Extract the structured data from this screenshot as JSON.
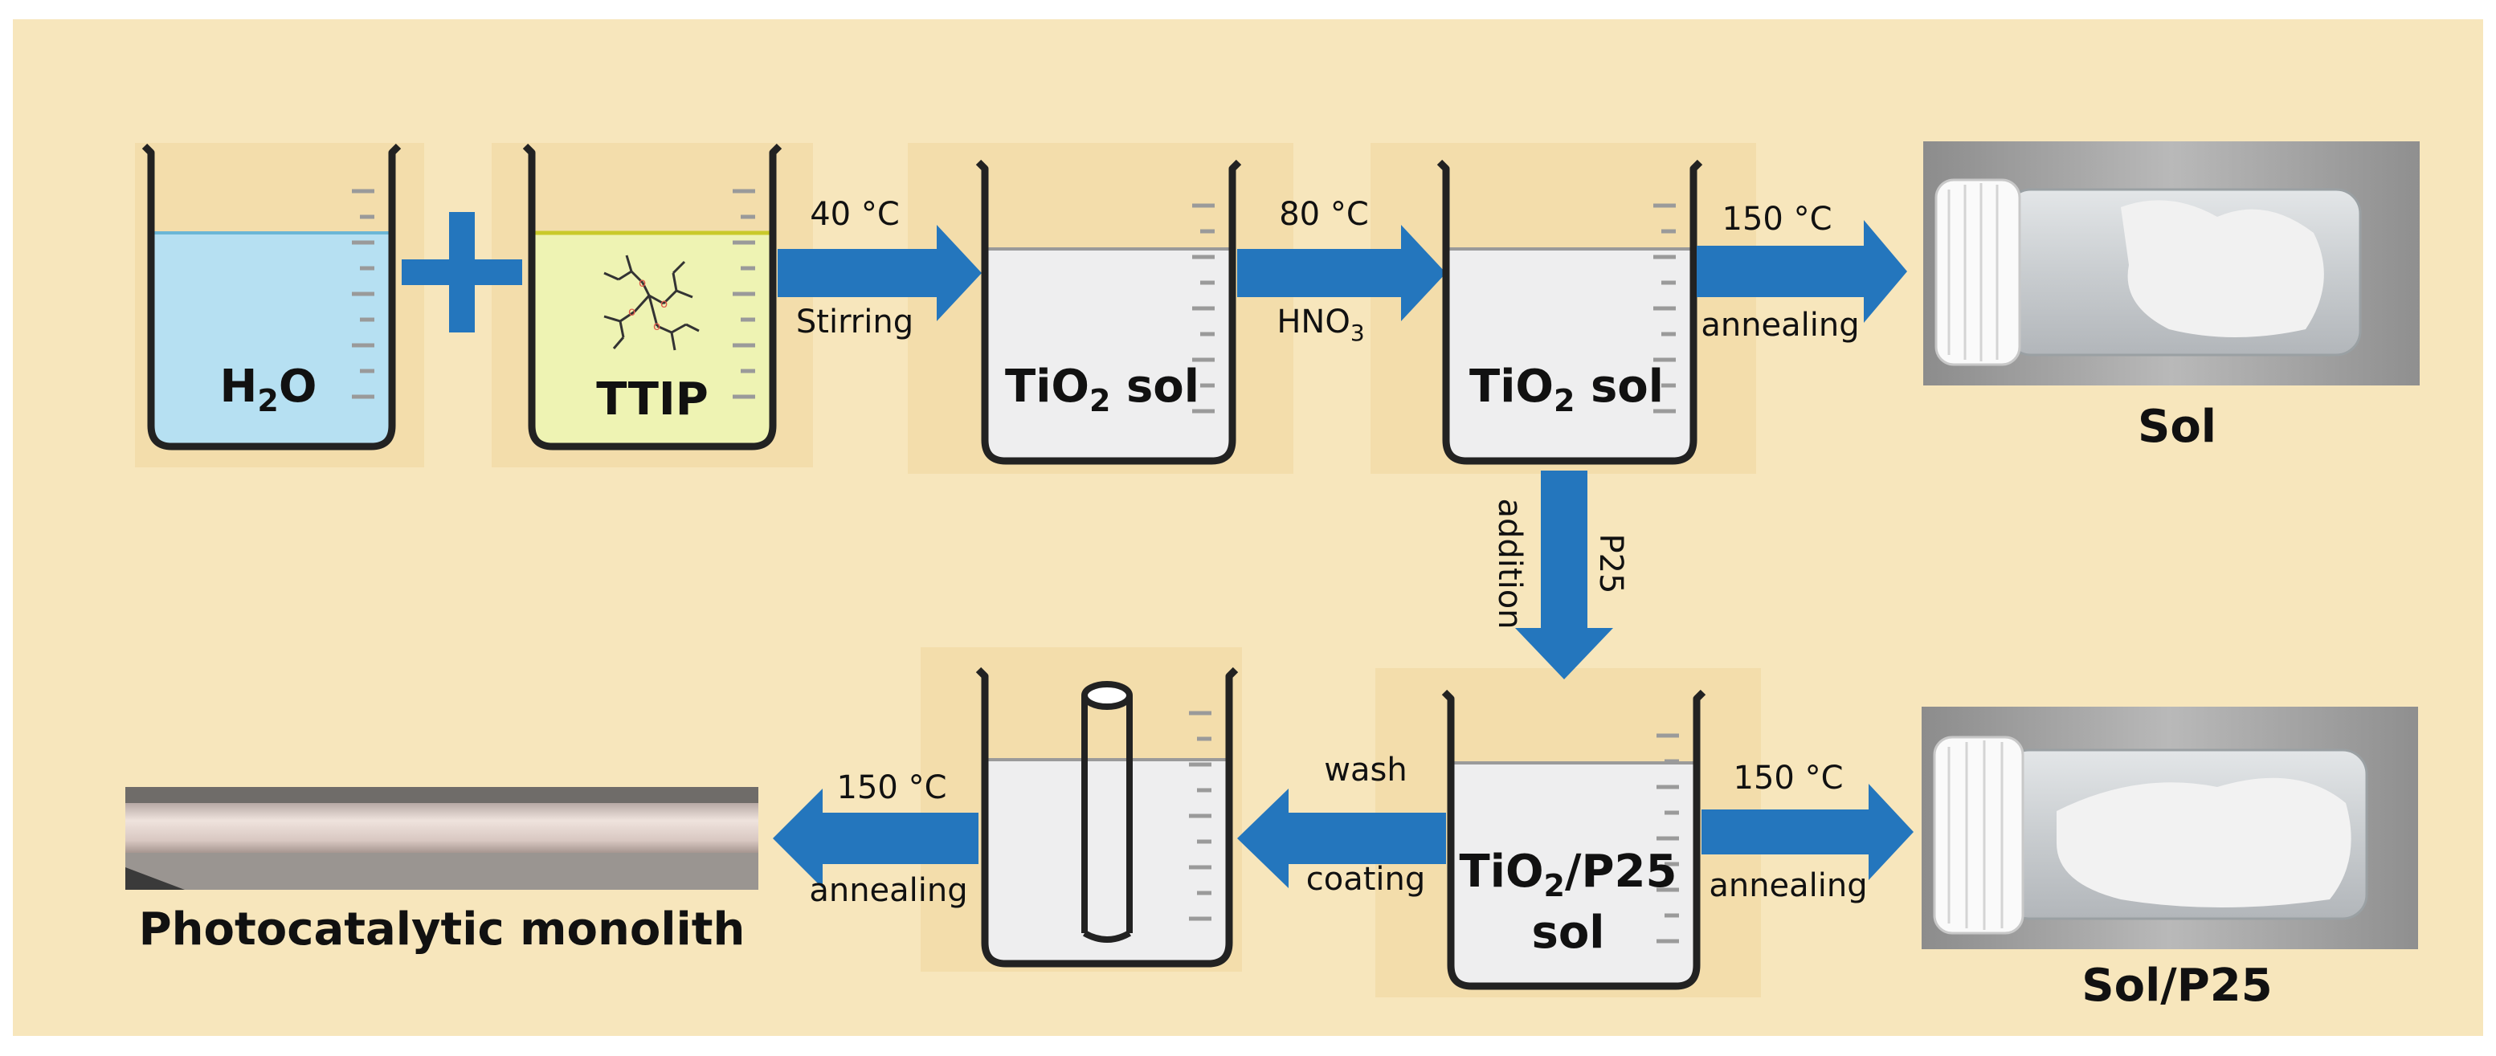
{
  "colors": {
    "panel": "#f7e6bc",
    "arrow": "#2476bd",
    "water": "#b6e0f2",
    "ttip_liquid": "#eef3b3",
    "sol_liquid": "#eeeeef",
    "beaker_outline": "#222222"
  },
  "beakers": {
    "water": {
      "label": "H",
      "sub": "2",
      "tail": "O"
    },
    "ttip": {
      "label": "TTIP"
    },
    "sol1": {
      "label": "TiO",
      "sub": "2",
      "tail": " sol"
    },
    "sol2": {
      "label": "TiO",
      "sub": "2",
      "tail": " sol"
    },
    "p25": {
      "line1": "TiO",
      "line1_sub": "2",
      "line1_tail": "/P25",
      "line2": "sol"
    }
  },
  "steps": {
    "s1": {
      "top": "40 °C",
      "bottom": "Stirring"
    },
    "s2": {
      "top": "80 °C",
      "bottom": "HNO",
      "bottom_sub": "3"
    },
    "s3": {
      "top": "150 °C",
      "bottom": "annealing"
    },
    "s4": {
      "left": "addition",
      "right": "P25"
    },
    "s5": {
      "top": "150 °C",
      "bottom": "annealing"
    },
    "s6": {
      "top": "wash",
      "bottom": "coating"
    },
    "s7": {
      "top": "150 °C",
      "bottom": "annealing"
    }
  },
  "products": {
    "sol": "Sol",
    "sol_p25": "Sol/P25",
    "monolith": "Photocatalytic monolith"
  },
  "icons": {
    "plus": "plus-icon",
    "molecule": "ttip-molecule-icon",
    "rod": "monolith-rod-icon",
    "jar": "sample-jar-icon"
  }
}
